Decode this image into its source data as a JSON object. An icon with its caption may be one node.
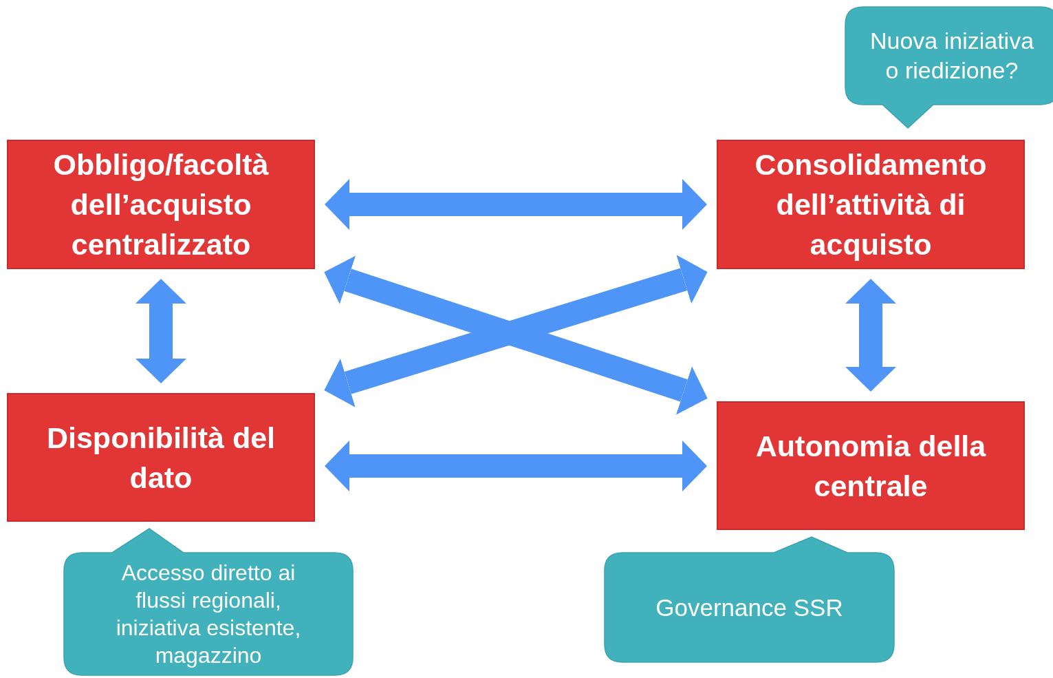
{
  "diagram": {
    "nodes": [
      {
        "text": [
          "Obbligo/facoltà dell’acquisto centralizzato"
        ]
      },
      {
        "text": [
          "Consolidamento dell’attività di acquisto"
        ]
      },
      {
        "text": [
          "Disponibilità del dato"
        ]
      },
      {
        "text": [
          "Autonomia della centrale"
        ]
      },
      {
        "text": [
          "Nuova iniziativa o riedizione?"
        ]
      },
      {
        "text": [
          "Accesso diretto ai flussi regionali, iniziativa esistente, magazzino"
        ]
      },
      {
        "text": [
          "Governance SSR"
        ]
      }
    ],
    "edges": [
      {
        "from": 0,
        "to": 1,
        "arrow": "both"
      },
      {
        "from": 0,
        "to": 3,
        "arrow": "both"
      },
      {
        "from": 1,
        "to": 2,
        "arrow": "both"
      },
      {
        "from": 0,
        "to": 2,
        "arrow": "both"
      },
      {
        "from": 1,
        "to": 3,
        "arrow": "both"
      },
      {
        "from": 2,
        "to": 3,
        "arrow": "both"
      }
    ]
  }
}
